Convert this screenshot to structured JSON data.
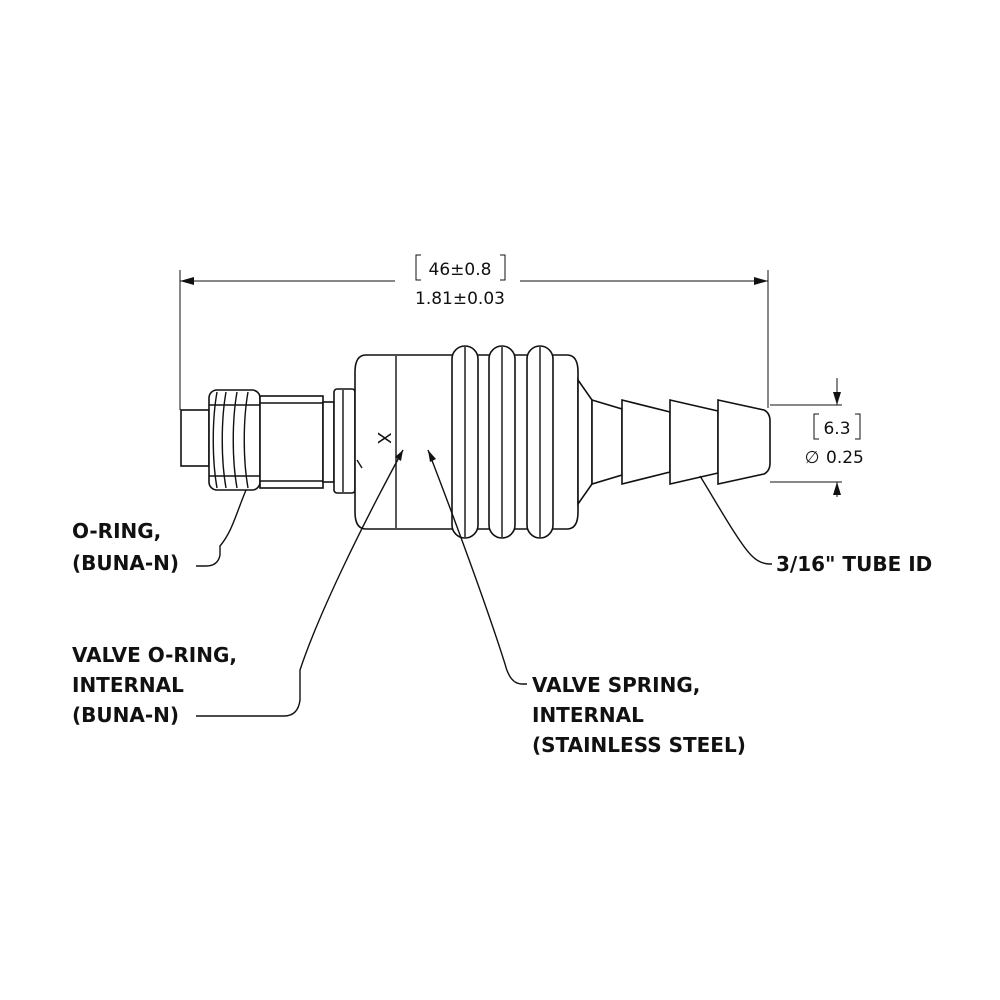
{
  "dimensions": {
    "overall_length_mm": "46±0.8",
    "overall_length_in": "1.81±0.03",
    "barb_diameter_mm": "6.3",
    "barb_diameter_symbol": "∅",
    "barb_diameter_in": "0.25"
  },
  "marking": "X",
  "callouts": {
    "o_ring": [
      "O-RING,",
      "(BUNA-N)"
    ],
    "valve_o_ring": [
      "VALVE O-RING,",
      "INTERNAL",
      "(BUNA-N)"
    ],
    "valve_spring": [
      "VALVE SPRING,",
      "INTERNAL",
      "(STAINLESS STEEL)"
    ],
    "tube_id": "3/16\" TUBE ID"
  }
}
